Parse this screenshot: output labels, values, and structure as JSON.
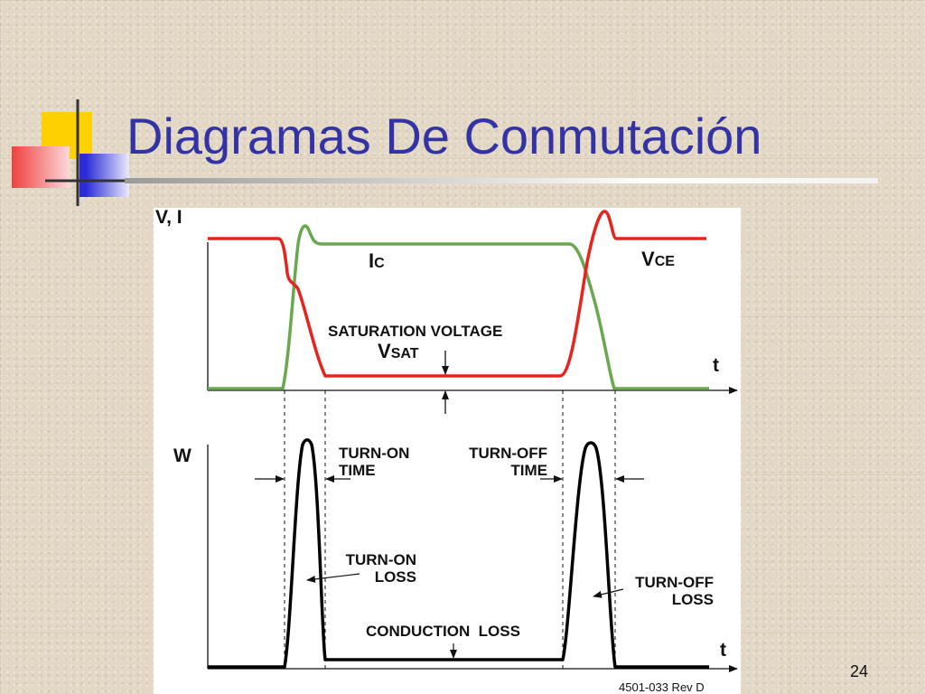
{
  "slide": {
    "title": "Diagramas De Conmutación",
    "page_number": "24"
  },
  "diagram": {
    "upper_y_label": "V, I",
    "ic_label_main": "I",
    "ic_label_sub": "C",
    "vce_label_main": "V",
    "vce_label_sub": "CE",
    "saturation_label": "SATURATION VOLTAGE",
    "vsat_main": "V",
    "vsat_sub": "SAT",
    "upper_t_label": "t",
    "lower_y_label": "W",
    "turn_on_time_line1": "TURN-ON",
    "turn_on_time_line2": "TIME",
    "turn_off_time_line1": "TURN-OFF",
    "turn_off_time_line2": "TIME",
    "turn_on_loss_line1": "TURN-ON",
    "turn_on_loss_line2": "LOSS",
    "turn_off_loss_line1": "TURN-OFF",
    "turn_off_loss_line2": "LOSS",
    "conduction_loss": "CONDUCTION  LOSS",
    "lower_t_label": "t",
    "revision": "4501-033 Rev D",
    "colors": {
      "ic_curve": "#6aa84f",
      "vce_curve": "#e8231d",
      "power_curve": "#000000"
    }
  }
}
